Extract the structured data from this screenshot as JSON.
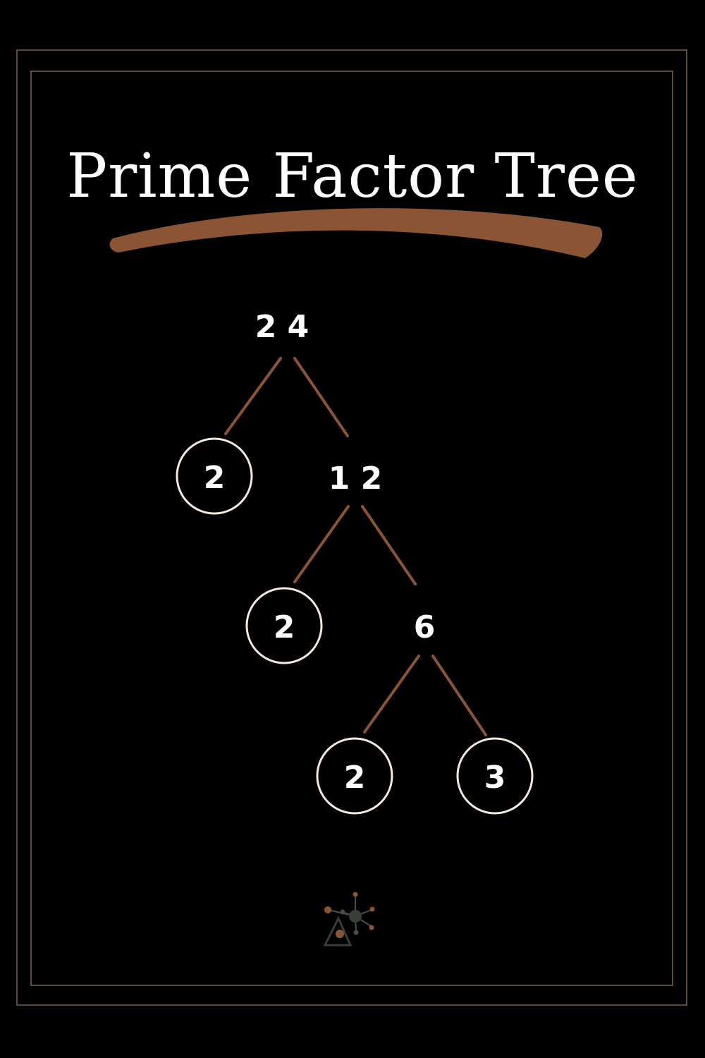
{
  "title": "Prime Factor Tree",
  "colors": {
    "background": "#000000",
    "accent": "#8b5535",
    "frame": "#5a4a44",
    "circle": "#f3e9e0",
    "text": "#ffffff"
  },
  "tree": {
    "root": "2 4",
    "level1": {
      "prime": "2",
      "composite": "1 2"
    },
    "level2": {
      "prime": "2",
      "composite": "6"
    },
    "level3": {
      "left": "2",
      "right": "3"
    }
  },
  "logo": {
    "icon": "molecule-triangle-logo-icon"
  }
}
